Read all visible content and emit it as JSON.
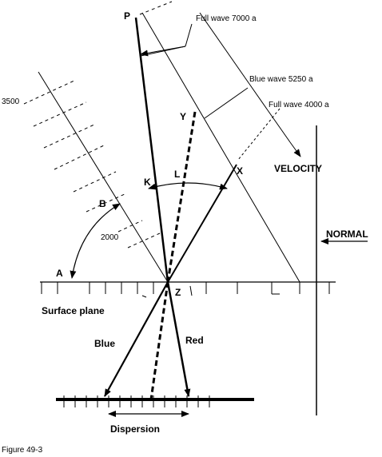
{
  "labels": {
    "P": "P",
    "full_wave_7000": "Full wave 7000 a",
    "blue_wave_5250": "Blue wave 5250 a",
    "full_wave_4000": "Full wave 4000 a",
    "wave_3500": "3500",
    "Y": "Y",
    "velocity": "VELOCITY",
    "X": "X",
    "K": "K",
    "L": "L",
    "B": "B",
    "wave_2000": "2000",
    "normal": "NORMAL",
    "A": "A",
    "Z": "Z",
    "surface_plane": "Surface plane",
    "blue": "Blue",
    "red": "Red",
    "dispersion": "Dispersion",
    "figure_caption": "Figure 49-3"
  },
  "colors": {
    "ink": "#000000",
    "background": "#ffffff"
  }
}
